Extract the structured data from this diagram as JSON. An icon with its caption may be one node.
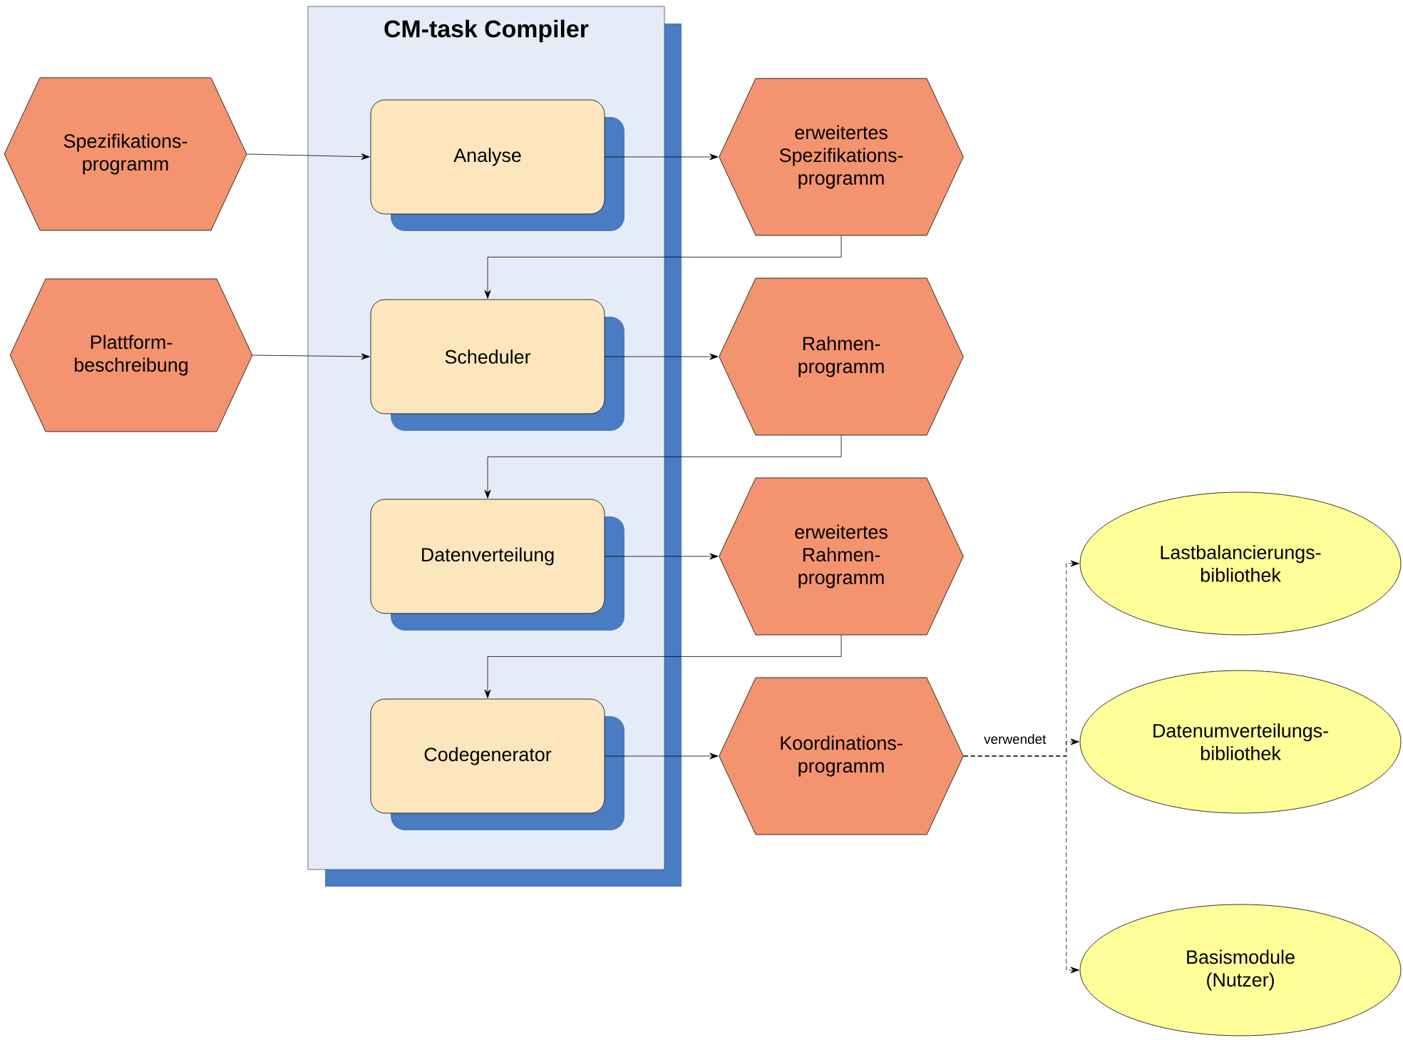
{
  "diagram": {
    "nodes": [
      {
        "text": [
          "CM-task Compiler"
        ]
      },
      {
        "text": [
          "Analyse"
        ],
        "in": 0
      },
      {
        "text": [
          "Scheduler"
        ],
        "in": 0
      },
      {
        "text": [
          "Datenverteilung"
        ],
        "in": 0
      },
      {
        "text": [
          "Codegenerator"
        ],
        "in": 0
      },
      {
        "text": [
          "Spezifikations- programm"
        ]
      },
      {
        "text": [
          "Plattform- beschreibung"
        ]
      },
      {
        "text": [
          "erweitertes Spezifikations- programm"
        ]
      },
      {
        "text": [
          "Rahmen- programm"
        ]
      },
      {
        "text": [
          "erweitertes Rahmen- programm"
        ]
      },
      {
        "text": [
          "Koordinations- programm"
        ]
      },
      {
        "text": [
          "Lastbalancierungs- bibliothek"
        ]
      },
      {
        "text": [
          "Datenumverteilungs- bibliothek"
        ]
      },
      {
        "text": [
          "Basismodule (Nutzer)"
        ]
      }
    ],
    "edges": [
      {
        "from": 5,
        "to": 1,
        "arrow": "to"
      },
      {
        "from": 1,
        "to": 7,
        "arrow": "to"
      },
      {
        "from": 7,
        "to": 2,
        "arrow": "to"
      },
      {
        "from": 6,
        "to": 2,
        "arrow": "to"
      },
      {
        "from": 2,
        "to": 8,
        "arrow": "to"
      },
      {
        "from": 8,
        "to": 3,
        "arrow": "to"
      },
      {
        "from": 3,
        "to": 9,
        "arrow": "to"
      },
      {
        "from": 9,
        "to": 4,
        "arrow": "to"
      },
      {
        "from": 4,
        "to": 10,
        "arrow": "to"
      },
      {
        "from": 10,
        "to": 11,
        "arrow": "to",
        "style": "dashed"
      },
      {
        "from": 10,
        "to": 12,
        "arrow": "to",
        "style": "dashed",
        "label": "verwendet"
      },
      {
        "from": 10,
        "to": 13,
        "arrow": "to",
        "style": "dashed"
      }
    ]
  }
}
